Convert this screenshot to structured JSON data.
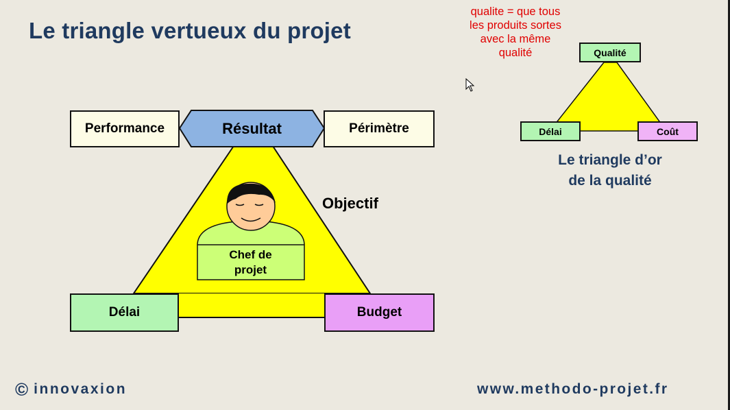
{
  "slide": {
    "title": "Le triangle vertueux du projet",
    "footer": {
      "copyright_symbol": "©",
      "brand": "innovaxion",
      "url": "www.methodo-projet.fr"
    },
    "note": {
      "lines": [
        "qualite = que tous",
        "les produits sortes",
        "avec la même",
        "qualité"
      ],
      "color": "#e00000"
    }
  },
  "main_diagram": {
    "top_left": "Performance",
    "top_center": "Résultat",
    "top_right": "Périmètre",
    "side_label": "Objectif",
    "center_lines": [
      "Chef de",
      "projet"
    ],
    "bottom_left": "Délai",
    "bottom_right": "Budget",
    "colors": {
      "triangle": "#ffff00",
      "resultat": "#8db3e2",
      "delai": "#b3f5b3",
      "budget": "#e99ff7",
      "cream": "#fdfce6",
      "chef": "#ccff77"
    }
  },
  "quality_diagram": {
    "top": "Qualité",
    "bottom_left": "Délai",
    "bottom_right": "Coût",
    "caption_lines": [
      "Le triangle d’or",
      "de la qualité"
    ]
  },
  "icons": [
    "person-face-icon",
    "mouse-cursor-icon"
  ]
}
